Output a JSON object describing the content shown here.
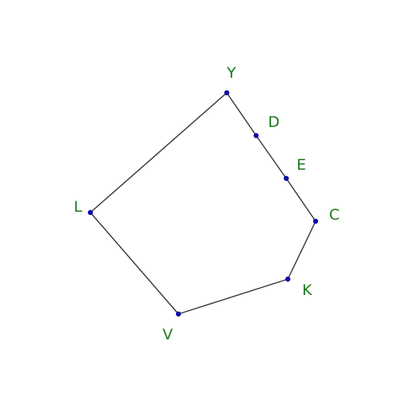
{
  "diagram": {
    "colors": {
      "edge": "#333333",
      "point": "#0a0aa8",
      "label": "#1a7a1a",
      "background": "#ffffff"
    },
    "points": [
      {
        "id": "Y",
        "label": "Y"
      },
      {
        "id": "D",
        "label": "D"
      },
      {
        "id": "E",
        "label": "E"
      },
      {
        "id": "C",
        "label": "C"
      },
      {
        "id": "K",
        "label": "K"
      },
      {
        "id": "V",
        "label": "V"
      },
      {
        "id": "L",
        "label": "L"
      }
    ],
    "polygon": [
      "Y",
      "D",
      "E",
      "C",
      "K",
      "V",
      "L"
    ]
  }
}
